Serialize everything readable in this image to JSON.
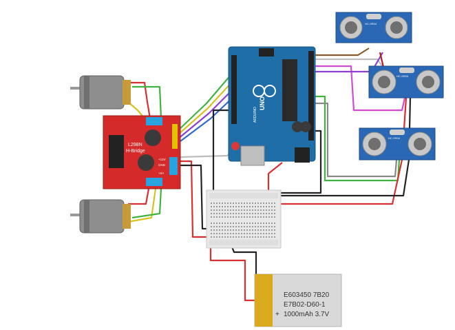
{
  "colors": {
    "arduino": "#1f6ea8",
    "arduino_dark": "#15557f",
    "hbridge": "#d42a2a",
    "sensor": "#2a67b4",
    "battery": "#d4c97a",
    "breadboard": "#e8e8e8",
    "motor": "#8a8a8a"
  },
  "hbridge": {
    "chip_label": "L298N",
    "title": "H-Bridge",
    "pin_12v": "+12V",
    "pin_gnd": "GND",
    "pin_5v": "+5V"
  },
  "arduino": {
    "logo_text": "UNO",
    "brand": "ARDUINO"
  },
  "sensors": {
    "model": "HC-SR04"
  },
  "battery": {
    "line1": "E603450 7B20",
    "line2": "E7B02-D60-1",
    "line3": "1000mAh 3.7V",
    "plus": "+"
  }
}
